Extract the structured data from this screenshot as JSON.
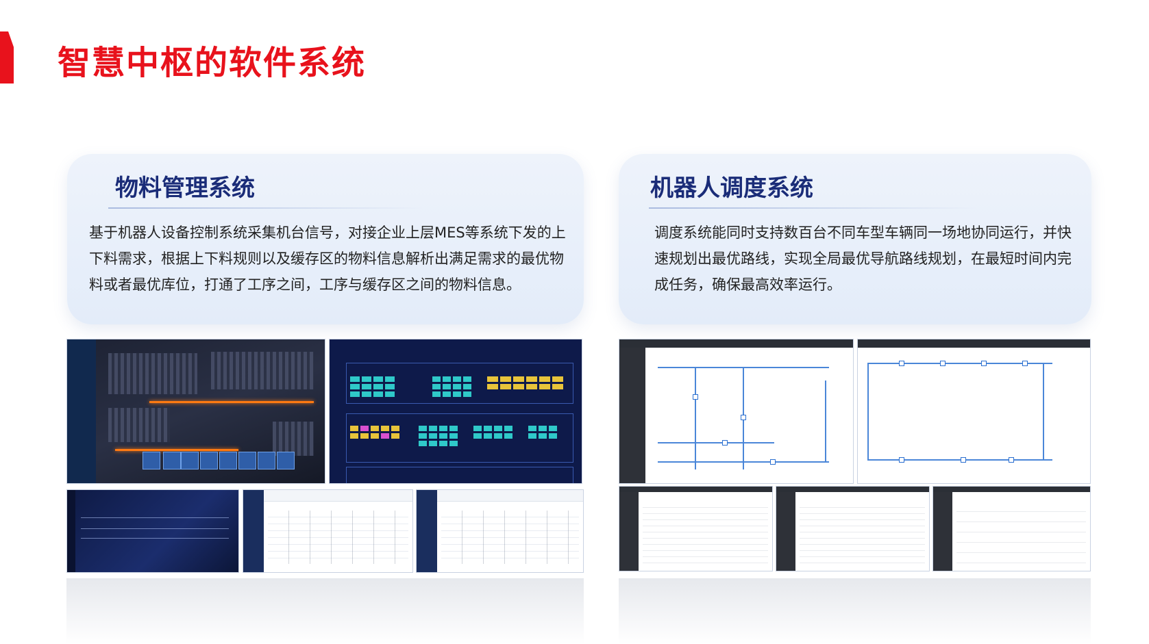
{
  "page": {
    "title": "智慧中枢的软件系统"
  },
  "cards": [
    {
      "title": "物料管理系统",
      "body": "基于机器人设备控制系统采集机台信号，对接企业上层MES等系统下发的上下料需求，根据上下料规则以及缓存区的物料信息解析出满足需求的最优物料或者最优库位，打通了工序之间，工序与缓存区之间的物料信息。"
    },
    {
      "title": "机器人调度系统",
      "body": "调度系统能同时支持数百台不同车型车辆同一场地协同运行，并快速规划出最优路线，实现全局最优导航路线规划，在最短时间内完成任务，确保最高效率运行。"
    }
  ],
  "colors": {
    "accent_red": "#e8121c",
    "card_title_navy": "#1a2c78",
    "card_bg": "#e8effa",
    "path_orange": "#ff7a12",
    "dashboard_navy": "#0e1a4a"
  }
}
